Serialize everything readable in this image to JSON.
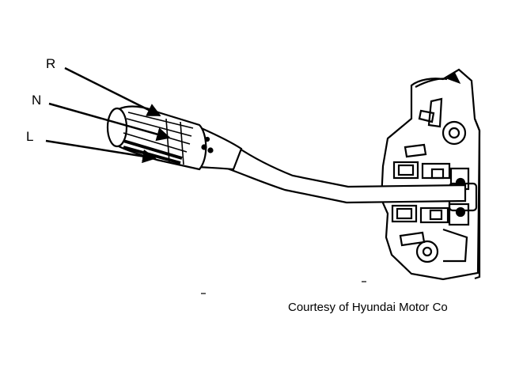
{
  "labels": {
    "r": "R",
    "n": "N",
    "l": "L"
  },
  "credit": "Courtesy of Hyundai Motor Co",
  "colors": {
    "ink": "#000000",
    "paper": "#ffffff"
  }
}
